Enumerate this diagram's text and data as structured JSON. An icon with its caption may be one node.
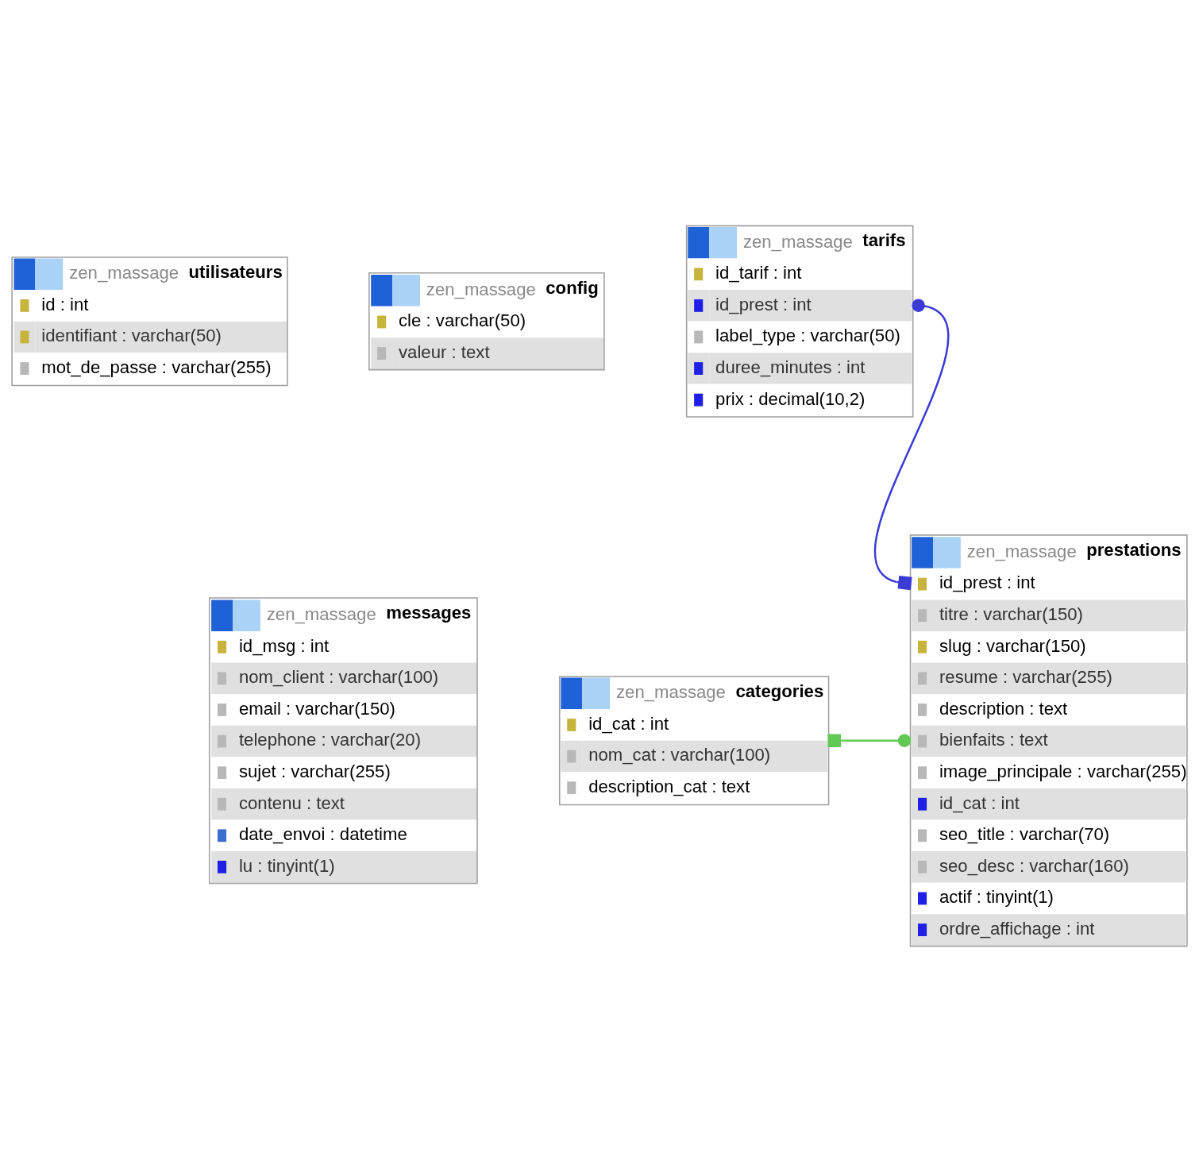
{
  "diagram": {
    "nodes": [
      {
        "text": [
          "zen_massage",
          "utilisateurs",
          "id : int",
          "identifiant : varchar(50)",
          "mot_de_passe : varchar(255)"
        ]
      },
      {
        "text": [
          "zen_massage",
          "config",
          "cle : varchar(50)",
          "valeur : text"
        ]
      },
      {
        "text": [
          "zen_massage",
          "tarifs",
          "id_tarif : int",
          "id_prest : int",
          "label_type : varchar(50)",
          "duree_minutes : int",
          "prix : decimal(10,2)"
        ]
      },
      {
        "text": [
          "zen_massage",
          "messages",
          "id_msg : int",
          "nom_client : varchar(100)",
          "email : varchar(150)",
          "telephone : varchar(20)",
          "sujet : varchar(255)",
          "contenu : text",
          "date_envoi : datetime",
          "lu : tinyint(1)"
        ]
      },
      {
        "text": [
          "zen_massage",
          "categories",
          "id_cat : int",
          "nom_cat : varchar(100)",
          "description_cat : text"
        ]
      },
      {
        "text": [
          "zen_massage",
          "prestations",
          "id_prest : int",
          "titre : varchar(150)",
          "slug : varchar(150)",
          "resume : varchar(255)",
          "description : text",
          "bienfaits : text",
          "image_principale : varchar(255)",
          "id_cat : int",
          "seo_title : varchar(70)",
          "seo_desc : varchar(160)",
          "actif : tinyint(1)",
          "ordre_affichage : int"
        ]
      }
    ],
    "edges": [
      {
        "from": 2,
        "to": 5,
        "arrow": "other",
        "color": "#3b3bd6"
      },
      {
        "from": 4,
        "to": 5,
        "arrow": "other",
        "color": "#62c955"
      }
    ]
  }
}
